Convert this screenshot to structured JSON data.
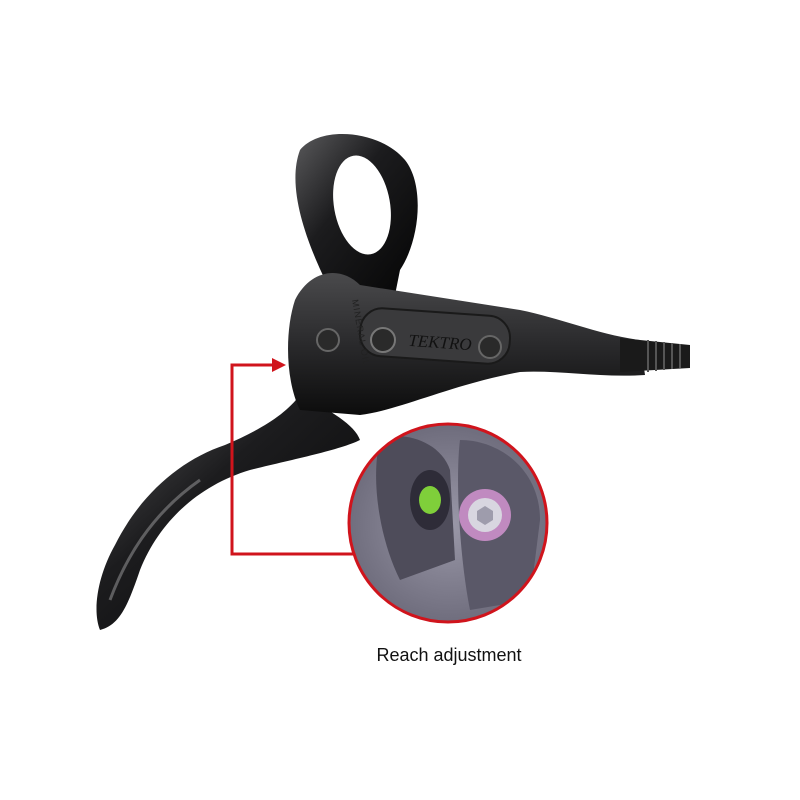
{
  "product": {
    "brand_logo": "TEKTRO",
    "body_marking": "MINERAL OIL"
  },
  "callout": {
    "caption": "Reach adjustment",
    "accent_color": "#d0141c"
  }
}
